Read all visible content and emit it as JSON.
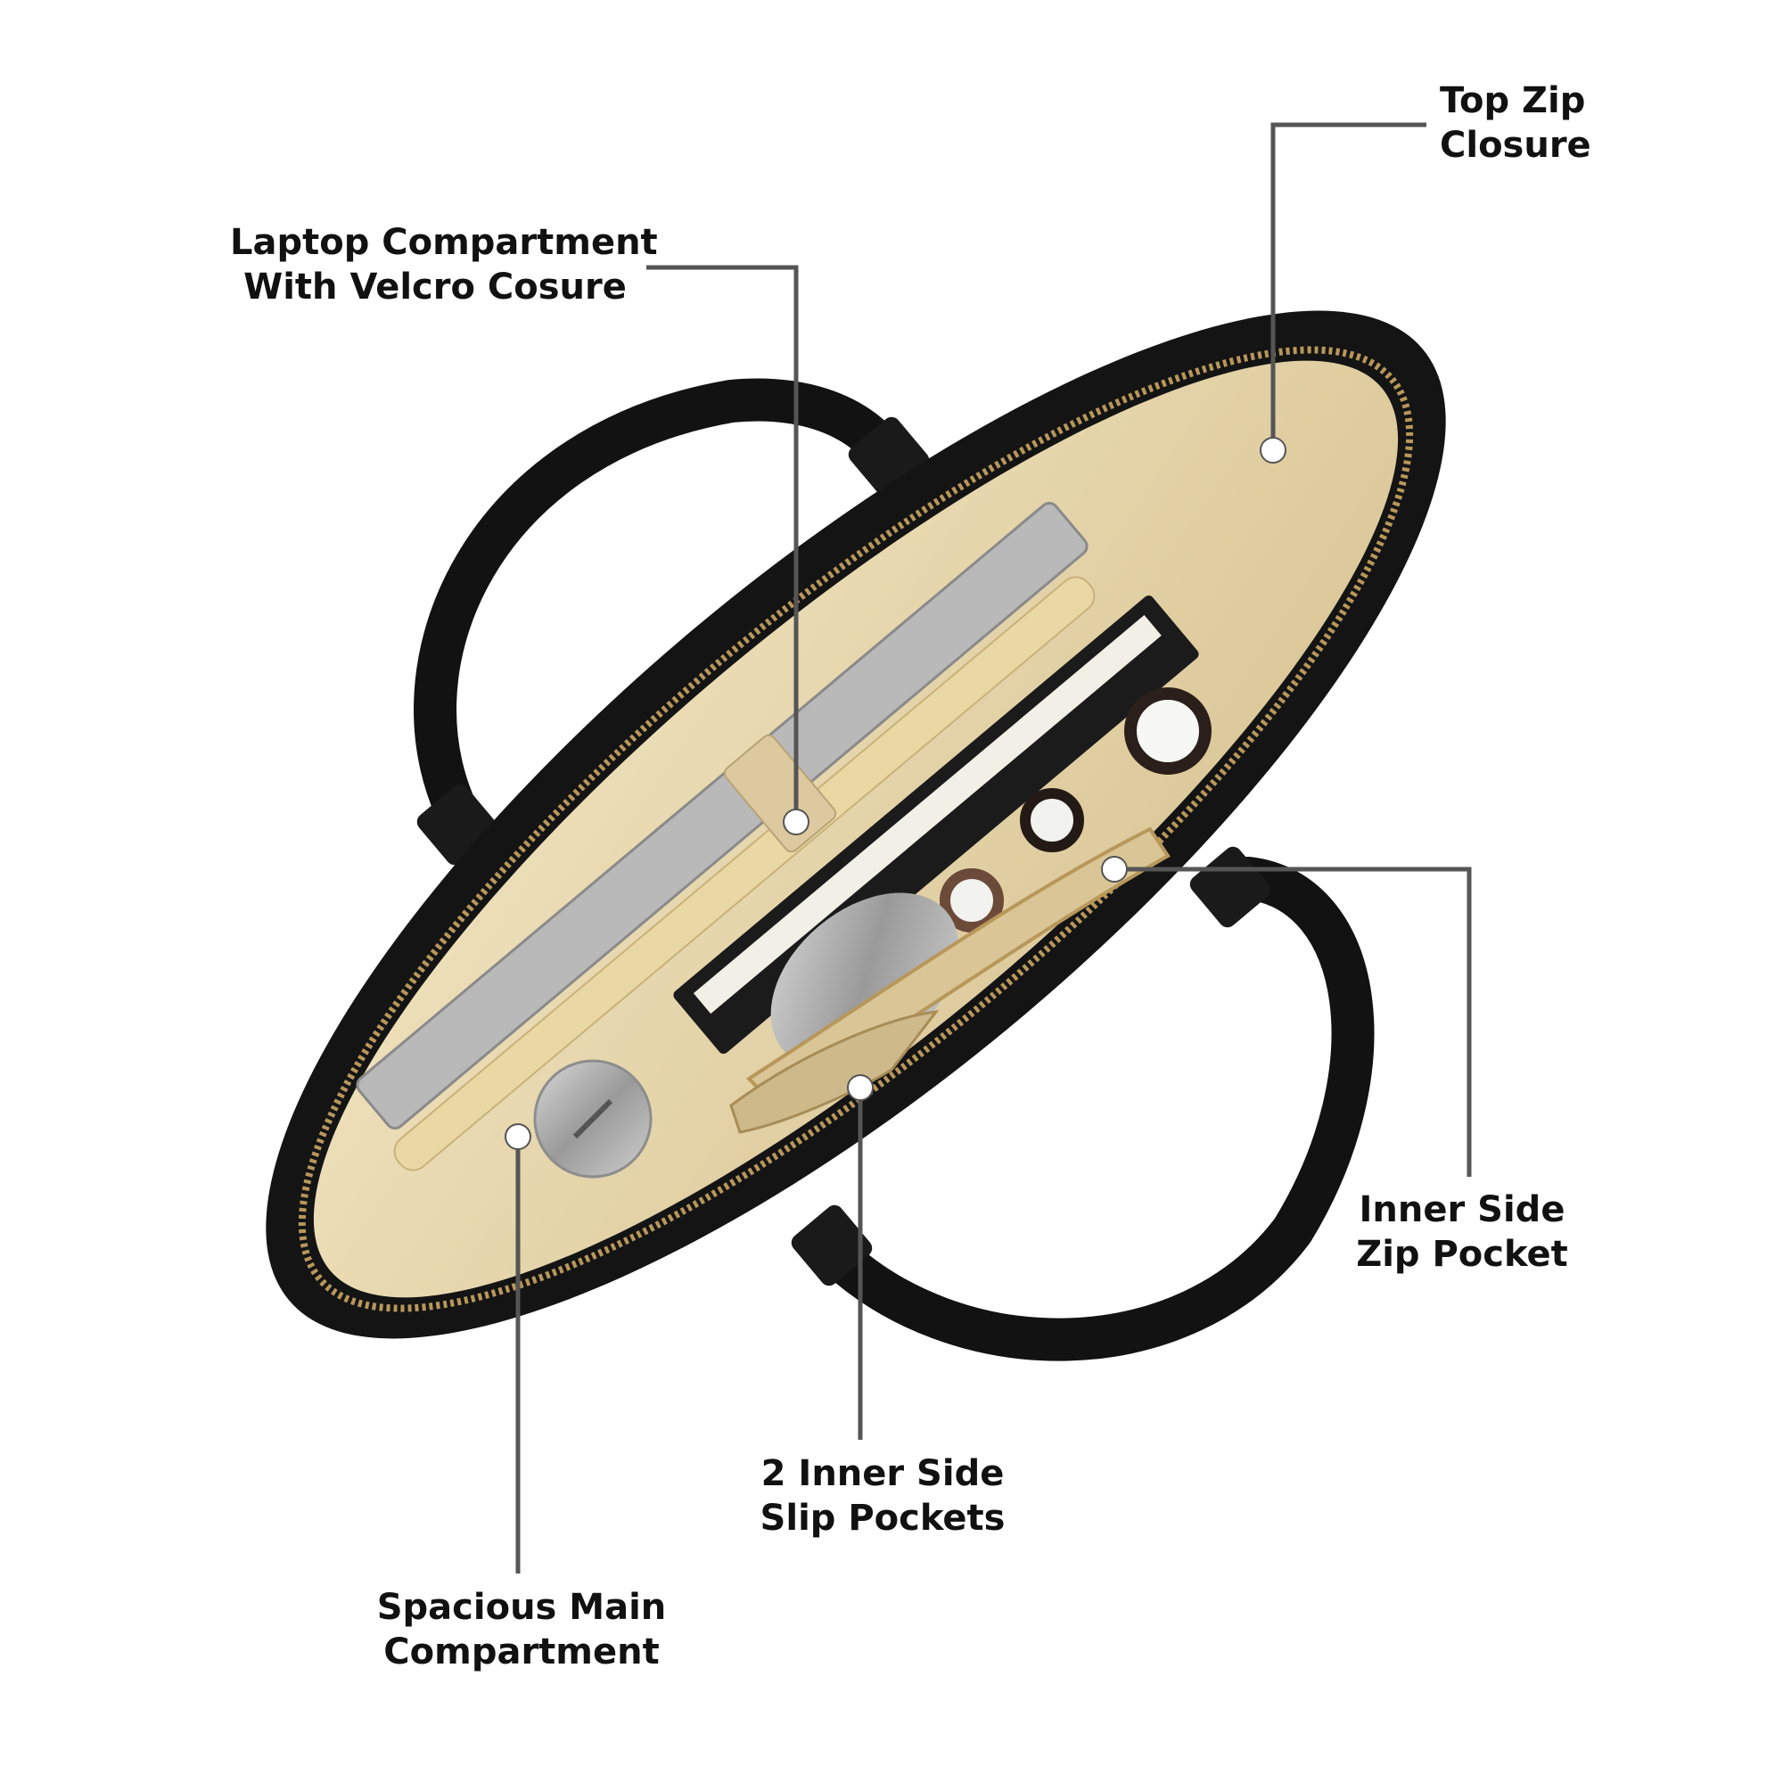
{
  "callouts": {
    "top_zip": {
      "line1": "Top Zip",
      "line2": "Closure"
    },
    "laptop": {
      "line1": "Laptop Compartment",
      "line2": "With Velcro Cosure"
    },
    "zip_pocket": {
      "line1": "Inner Side",
      "line2": "Zip Pocket"
    },
    "slip_pockets": {
      "line1": "2 Inner Side",
      "line2": "Slip Pockets"
    },
    "main": {
      "line1": "Spacious Main",
      "line2": "Compartment"
    }
  },
  "colors": {
    "bag": "#141414",
    "lining": "#e6d6ac",
    "zipper": "#b8975a",
    "leader_line": "#555555",
    "marker": "#ffffff"
  }
}
